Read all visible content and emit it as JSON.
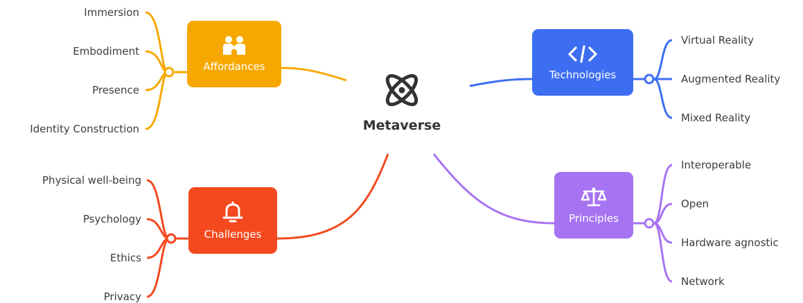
{
  "central": {
    "title": "Metaverse",
    "icon": "atom-icon"
  },
  "branches": {
    "affordances": {
      "label": "Affordances",
      "color": "#F7A800",
      "icon": "handshake-icon",
      "items": [
        "Immersion",
        "Embodiment",
        "Presence",
        "Identity Construction"
      ]
    },
    "challenges": {
      "label": "Challenges",
      "color": "#F4481E",
      "icon": "bell-icon",
      "items": [
        "Physical well-being",
        "Psychology",
        "Ethics",
        "Privacy"
      ]
    },
    "technologies": {
      "label": "Technologies",
      "color": "#3D6EF2",
      "icon": "code-icon",
      "items": [
        "Virtual Reality",
        "Augmented Reality",
        "Mixed Reality"
      ]
    },
    "principles": {
      "label": "Principles",
      "color": "#A673F2",
      "icon": "scales-icon",
      "items": [
        "Interoperable",
        "Open",
        "Hardware agnostic",
        "Network"
      ]
    }
  }
}
